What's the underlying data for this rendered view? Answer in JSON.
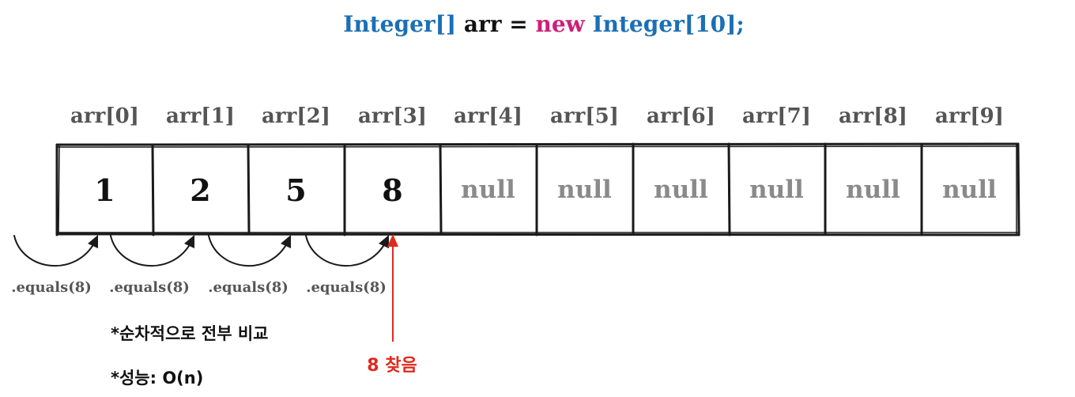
{
  "code": {
    "part1": "Integer[]",
    "part2": " arr = ",
    "part3": "new",
    "part4": " Integer[10];"
  },
  "array": {
    "index_labels": [
      "arr[0]",
      "arr[1]",
      "arr[2]",
      "arr[3]",
      "arr[4]",
      "arr[5]",
      "arr[6]",
      "arr[7]",
      "arr[8]",
      "arr[9]"
    ],
    "values": [
      "1",
      "2",
      "5",
      "8",
      "null",
      "null",
      "null",
      "null",
      "null",
      "null"
    ]
  },
  "comparisons": [
    ".equals(8)",
    ".equals(8)",
    ".equals(8)",
    ".equals(8)"
  ],
  "notes": {
    "sequential": "*순차적으로 전부 비교",
    "performance": "*성능: O(n)"
  },
  "found_label": "8 찾음",
  "colors": {
    "type_blue": "#1b6fb5",
    "keyword_pink": "#cc1f78",
    "found_red": "#e02a1e"
  }
}
